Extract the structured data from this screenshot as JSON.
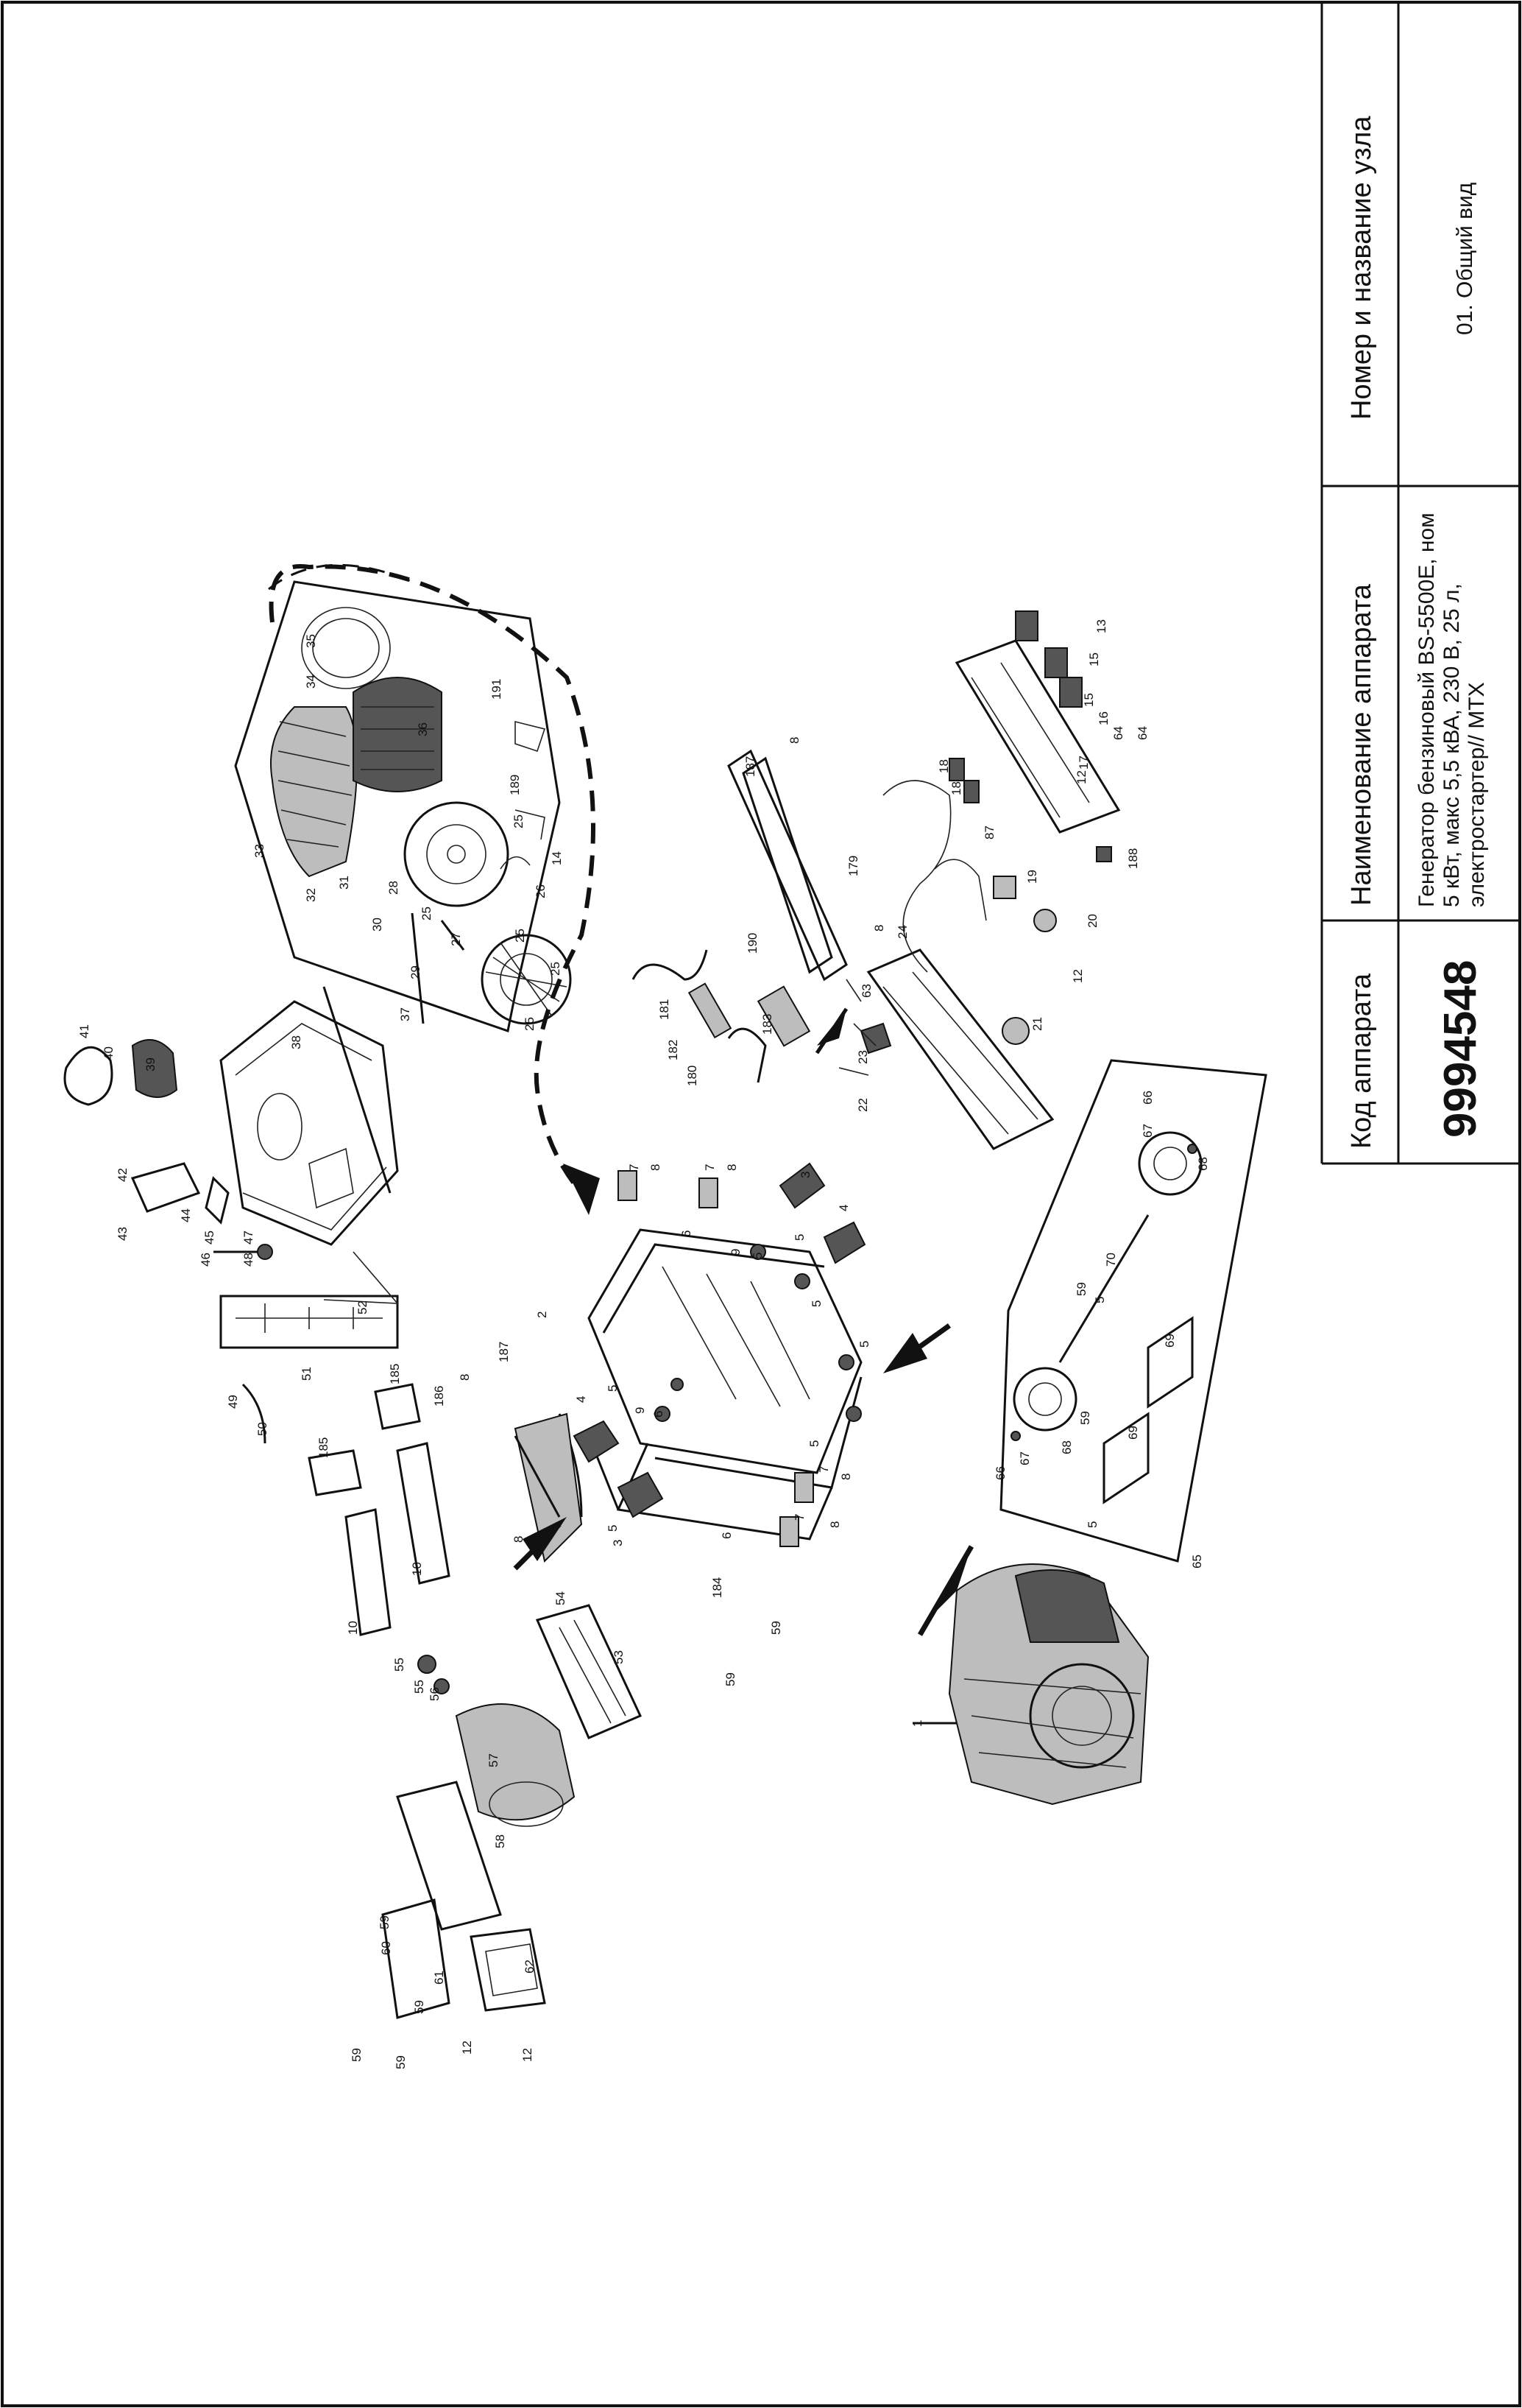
{
  "title_block": {
    "code_header": "Код аппарата",
    "code_value": "9994548",
    "name_header": "Наименование аппарата",
    "name_value_lines": [
      "Генератор бензиновый BS-5500E, ном",
      "5 кВт, макс 5,5 кВА, 230 В, 25 л,",
      "электростартер// MTX"
    ],
    "unit_header": "Номер и название узла",
    "unit_value": "01. Общий вид"
  },
  "callouts": [
    {
      "id": "c1",
      "text": "1"
    },
    {
      "id": "c2",
      "text": "2"
    },
    {
      "id": "c3a",
      "text": "3"
    },
    {
      "id": "c3b",
      "text": "3"
    },
    {
      "id": "c4a",
      "text": "4"
    },
    {
      "id": "c4b",
      "text": "4"
    },
    {
      "id": "c5a",
      "text": "5"
    },
    {
      "id": "c5b",
      "text": "5"
    },
    {
      "id": "c5c",
      "text": "5"
    },
    {
      "id": "c5d",
      "text": "5"
    },
    {
      "id": "c5e",
      "text": "5"
    },
    {
      "id": "c5f",
      "text": "5"
    },
    {
      "id": "c5g",
      "text": "5"
    },
    {
      "id": "c5h",
      "text": "5"
    },
    {
      "id": "c5i",
      "text": "5"
    },
    {
      "id": "c6a",
      "text": "6"
    },
    {
      "id": "c6b",
      "text": "6"
    },
    {
      "id": "c6c",
      "text": "6"
    },
    {
      "id": "c7a",
      "text": "7"
    },
    {
      "id": "c7b",
      "text": "7"
    },
    {
      "id": "c7c",
      "text": "7"
    },
    {
      "id": "c7d",
      "text": "7"
    },
    {
      "id": "c8a",
      "text": "8"
    },
    {
      "id": "c8b",
      "text": "8"
    },
    {
      "id": "c8c",
      "text": "8"
    },
    {
      "id": "c8d",
      "text": "8"
    },
    {
      "id": "c8e",
      "text": "8"
    },
    {
      "id": "c8f",
      "text": "8"
    },
    {
      "id": "c8g",
      "text": "8"
    },
    {
      "id": "c8h",
      "text": "8"
    },
    {
      "id": "c9a",
      "text": "9"
    },
    {
      "id": "c9b",
      "text": "9"
    },
    {
      "id": "c10a",
      "text": "10"
    },
    {
      "id": "c10b",
      "text": "10"
    },
    {
      "id": "c12a",
      "text": "12"
    },
    {
      "id": "c12b",
      "text": "12"
    },
    {
      "id": "c12c",
      "text": "12"
    },
    {
      "id": "c12d",
      "text": "12"
    },
    {
      "id": "c13",
      "text": "13"
    },
    {
      "id": "c14",
      "text": "14"
    },
    {
      "id": "c15a",
      "text": "15"
    },
    {
      "id": "c15b",
      "text": "15"
    },
    {
      "id": "c16",
      "text": "16"
    },
    {
      "id": "c17",
      "text": "17"
    },
    {
      "id": "c18a",
      "text": "18"
    },
    {
      "id": "c18b",
      "text": "18"
    },
    {
      "id": "c19",
      "text": "19"
    },
    {
      "id": "c20",
      "text": "20"
    },
    {
      "id": "c21",
      "text": "21"
    },
    {
      "id": "c22",
      "text": "22"
    },
    {
      "id": "c23",
      "text": "23"
    },
    {
      "id": "c24",
      "text": "24"
    },
    {
      "id": "c25a",
      "text": "25"
    },
    {
      "id": "c25b",
      "text": "25"
    },
    {
      "id": "c25c",
      "text": "25"
    },
    {
      "id": "c25d",
      "text": "25"
    },
    {
      "id": "c25e",
      "text": "25"
    },
    {
      "id": "c26",
      "text": "26"
    },
    {
      "id": "c27",
      "text": "27"
    },
    {
      "id": "c28",
      "text": "28"
    },
    {
      "id": "c29",
      "text": "29"
    },
    {
      "id": "c30",
      "text": "30"
    },
    {
      "id": "c31",
      "text": "31"
    },
    {
      "id": "c32",
      "text": "32"
    },
    {
      "id": "c33",
      "text": "33"
    },
    {
      "id": "c34",
      "text": "34"
    },
    {
      "id": "c35",
      "text": "35"
    },
    {
      "id": "c36",
      "text": "36"
    },
    {
      "id": "c37",
      "text": "37"
    },
    {
      "id": "c38",
      "text": "38"
    },
    {
      "id": "c39",
      "text": "39"
    },
    {
      "id": "c40",
      "text": "40"
    },
    {
      "id": "c41",
      "text": "41"
    },
    {
      "id": "c42",
      "text": "42"
    },
    {
      "id": "c43",
      "text": "43"
    },
    {
      "id": "c44",
      "text": "44"
    },
    {
      "id": "c45",
      "text": "45"
    },
    {
      "id": "c46",
      "text": "46"
    },
    {
      "id": "c47",
      "text": "47"
    },
    {
      "id": "c48",
      "text": "48"
    },
    {
      "id": "c49",
      "text": "49"
    },
    {
      "id": "c50",
      "text": "50"
    },
    {
      "id": "c51",
      "text": "51"
    },
    {
      "id": "c52",
      "text": "52"
    },
    {
      "id": "c53",
      "text": "53"
    },
    {
      "id": "c54",
      "text": "54"
    },
    {
      "id": "c55a",
      "text": "55"
    },
    {
      "id": "c55b",
      "text": "55"
    },
    {
      "id": "c56",
      "text": "56"
    },
    {
      "id": "c57",
      "text": "57"
    },
    {
      "id": "c58",
      "text": "58"
    },
    {
      "id": "c59a",
      "text": "59"
    },
    {
      "id": "c59b",
      "text": "59"
    },
    {
      "id": "c59c",
      "text": "59"
    },
    {
      "id": "c59d",
      "text": "59"
    },
    {
      "id": "c59e",
      "text": "59"
    },
    {
      "id": "c59f",
      "text": "59"
    },
    {
      "id": "c59g",
      "text": "59"
    },
    {
      "id": "c59h",
      "text": "59"
    },
    {
      "id": "c60",
      "text": "60"
    },
    {
      "id": "c61",
      "text": "61"
    },
    {
      "id": "c62",
      "text": "62"
    },
    {
      "id": "c63",
      "text": "63"
    },
    {
      "id": "c64a",
      "text": "64"
    },
    {
      "id": "c64b",
      "text": "64"
    },
    {
      "id": "c65",
      "text": "65"
    },
    {
      "id": "c66a",
      "text": "66"
    },
    {
      "id": "c66b",
      "text": "66"
    },
    {
      "id": "c67a",
      "text": "67"
    },
    {
      "id": "c67b",
      "text": "67"
    },
    {
      "id": "c68a",
      "text": "68"
    },
    {
      "id": "c68b",
      "text": "68"
    },
    {
      "id": "c69a",
      "text": "69"
    },
    {
      "id": "c69b",
      "text": "69"
    },
    {
      "id": "c70",
      "text": "70"
    },
    {
      "id": "c87",
      "text": "87"
    },
    {
      "id": "c179",
      "text": "179"
    },
    {
      "id": "c180",
      "text": "180"
    },
    {
      "id": "c181",
      "text": "181"
    },
    {
      "id": "c182",
      "text": "182"
    },
    {
      "id": "c183",
      "text": "183"
    },
    {
      "id": "c184",
      "text": "184"
    },
    {
      "id": "c185a",
      "text": "185"
    },
    {
      "id": "c185b",
      "text": "185"
    },
    {
      "id": "c186",
      "text": "186"
    },
    {
      "id": "c187a",
      "text": "187"
    },
    {
      "id": "c187b",
      "text": "187"
    },
    {
      "id": "c188",
      "text": "188"
    },
    {
      "id": "c189",
      "text": "189"
    },
    {
      "id": "c190",
      "text": "190"
    },
    {
      "id": "c191",
      "text": "191"
    }
  ]
}
